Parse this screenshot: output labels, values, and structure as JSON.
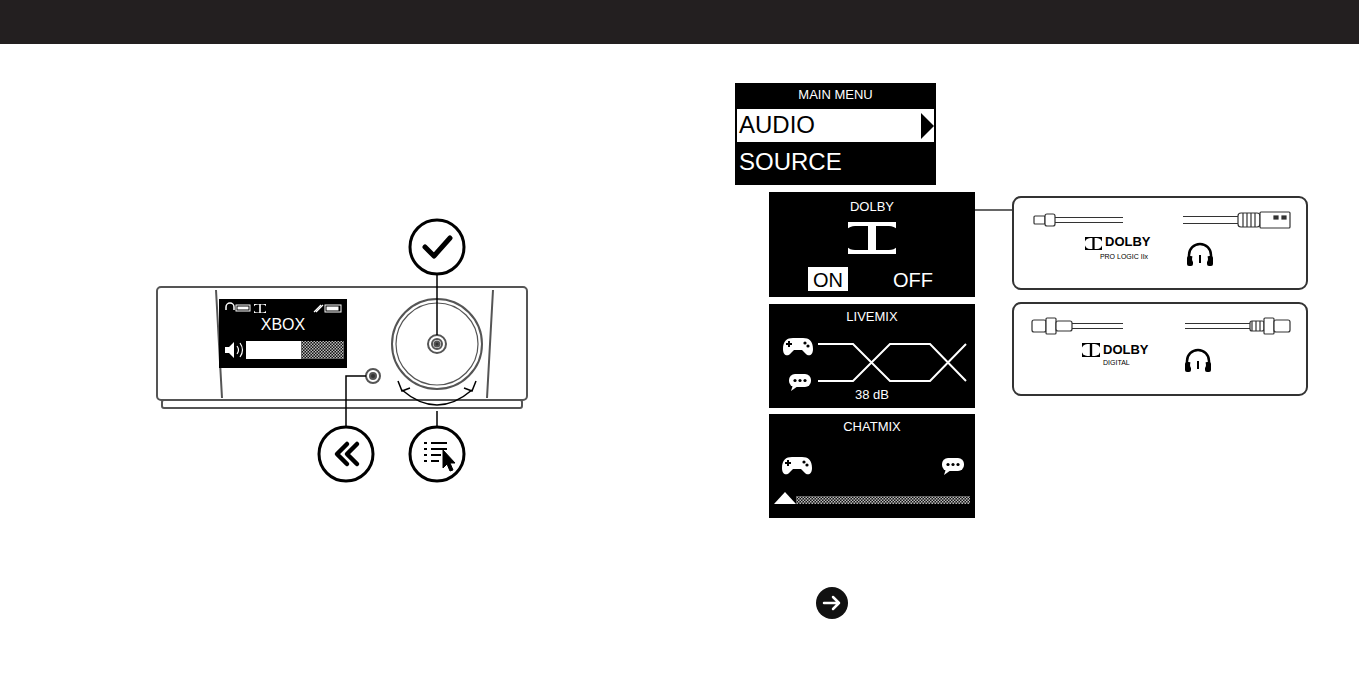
{
  "diagram": {
    "nodes": [
      {
        "text": [
          "XBOX"
        ]
      },
      {
        "text": [
          "MAIN MENU"
        ]
      },
      {
        "text": [
          "AUDIO"
        ],
        "in": 1
      },
      {
        "text": [
          "SOURCE"
        ],
        "in": 1
      },
      {
        "text": [
          "DOLBY",
          "ON",
          "OFF"
        ]
      },
      {
        "text": [
          "LIVEMIX",
          "38 dB"
        ]
      },
      {
        "text": [
          "CHATMIX"
        ]
      },
      {
        "text": [
          "DOLBY",
          "PRO LOGIC IIx"
        ]
      },
      {
        "text": [
          "DOLBY",
          "DIGITAL"
        ]
      }
    ],
    "edges": [
      {
        "from": 4,
        "to": 7,
        "arrow": "none"
      }
    ]
  }
}
